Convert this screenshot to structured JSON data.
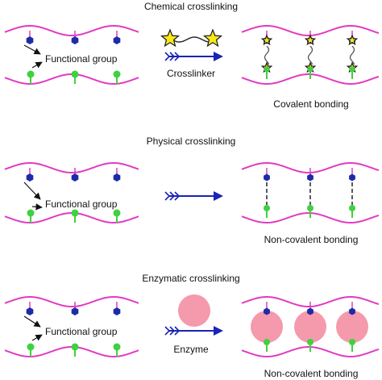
{
  "colors": {
    "strand": "#e23bc2",
    "functional_group": "#1e2ba8",
    "functional_group_lower": "#3fd13f",
    "arrow": "#1a24b5",
    "star_fill": "#f7e81a",
    "star_outline": "#1a1a1a",
    "enzyme": "#f49aac",
    "bond_dash": "#333333",
    "pointer": "#111111"
  },
  "panels": [
    {
      "title": "Chemical crosslinking",
      "left_label": "Functional group",
      "middle_label": "Crosslinker",
      "right_label": "Covalent bonding",
      "middle_icon": "star-linker-icon",
      "bond_type": "covalent"
    },
    {
      "title": "Physical crosslinking",
      "left_label": "Functional group",
      "middle_label": "",
      "right_label": "Non-covalent bonding",
      "middle_icon": "",
      "bond_type": "non-covalent"
    },
    {
      "title": "Enzymatic crosslinking",
      "left_label": "Functional group",
      "middle_label": "Enzyme",
      "right_label": "Non-covalent bonding",
      "middle_icon": "enzyme-circle-icon",
      "bond_type": "enzymatic"
    }
  ]
}
